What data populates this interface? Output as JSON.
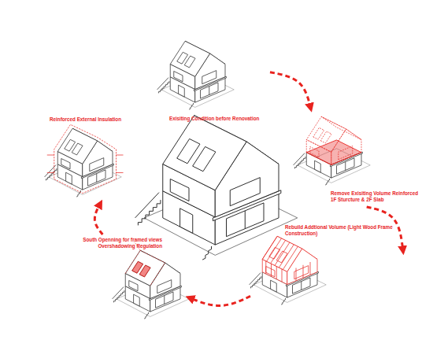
{
  "diagram": {
    "nodes": [
      {
        "text": [
          "Exisiting Condition before Renovation"
        ]
      },
      {
        "text": [
          "Remove Exisiting Volume Reinforced 1F Sturcture & 2F Slab"
        ]
      },
      {
        "text": [
          "Rebuild Addtional Volume (Light Wood Frame Construction)"
        ]
      },
      {
        "text": [
          "South Openning for framed views Overshadowing Regulation"
        ]
      },
      {
        "text": [
          "Reinforced External Insulation"
        ]
      }
    ],
    "edges": [
      {
        "from": 0,
        "to": 1,
        "arrow": "to"
      },
      {
        "from": 1,
        "to": 2,
        "arrow": "to"
      },
      {
        "from": 2,
        "to": 3,
        "arrow": "to"
      },
      {
        "from": 3,
        "to": 4,
        "arrow": "to"
      }
    ]
  }
}
